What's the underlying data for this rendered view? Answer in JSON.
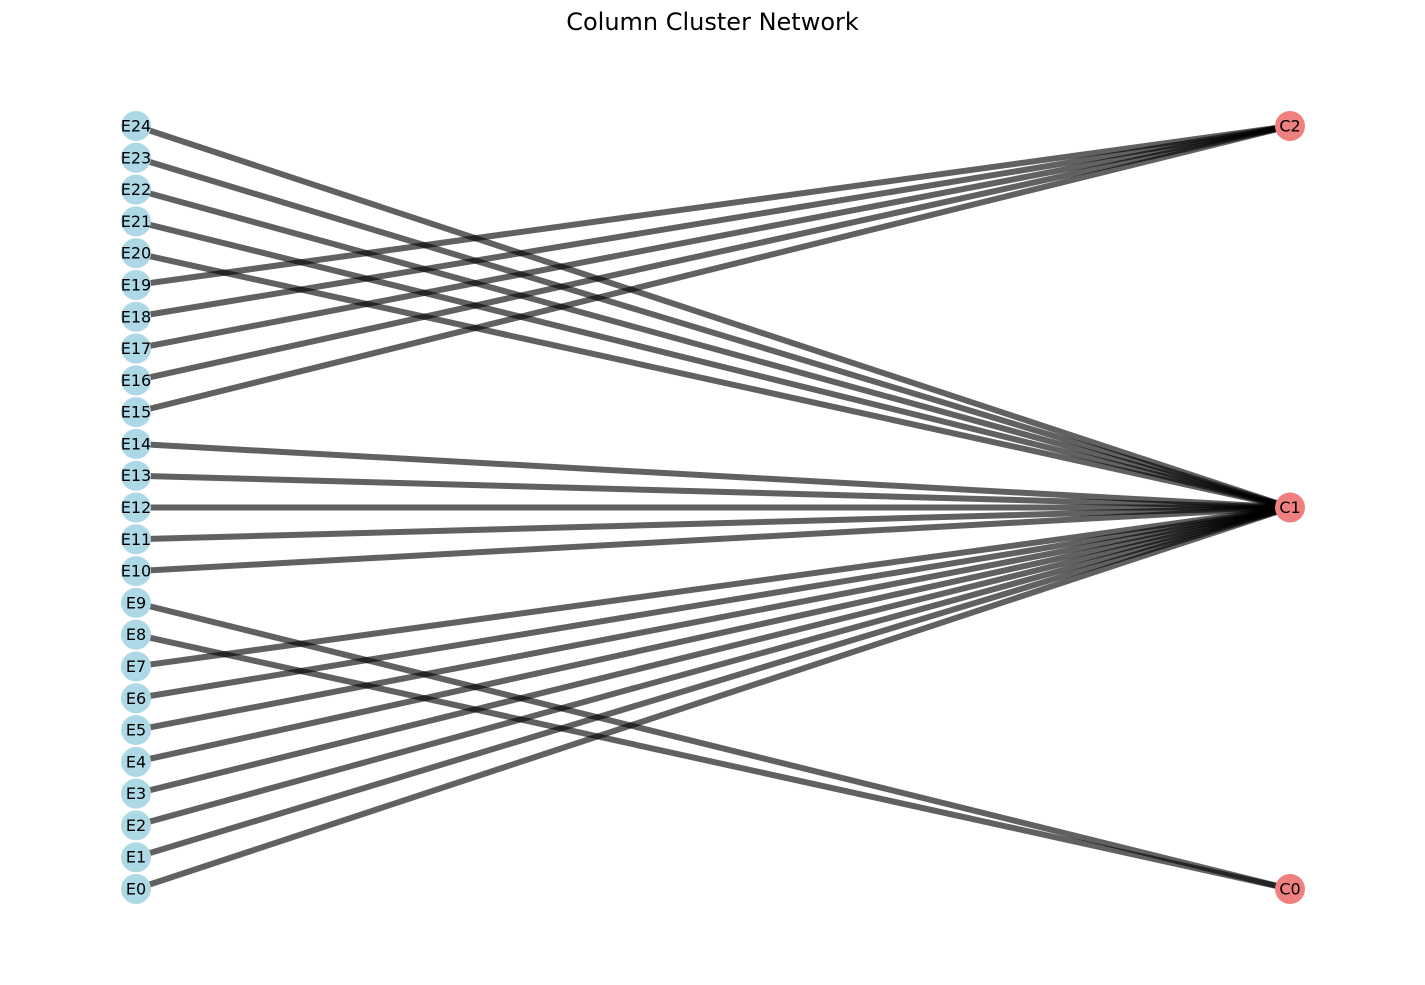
{
  "title": "Column Cluster Network",
  "colors": {
    "element_node": "#add8e6",
    "cluster_node": "#f08080",
    "edge": "#000000"
  },
  "clusters": [
    "C2",
    "C1",
    "C0"
  ],
  "elements": [
    "E24",
    "E23",
    "E22",
    "E21",
    "E20",
    "E19",
    "E18",
    "E17",
    "E16",
    "E15",
    "E14",
    "E13",
    "E12",
    "E11",
    "E10",
    "E9",
    "E8",
    "E7",
    "E6",
    "E5",
    "E4",
    "E3",
    "E2",
    "E1",
    "E0"
  ],
  "edges": [
    [
      "E24",
      "C1"
    ],
    [
      "E23",
      "C1"
    ],
    [
      "E22",
      "C1"
    ],
    [
      "E21",
      "C1"
    ],
    [
      "E20",
      "C1"
    ],
    [
      "E19",
      "C2"
    ],
    [
      "E18",
      "C2"
    ],
    [
      "E17",
      "C2"
    ],
    [
      "E16",
      "C2"
    ],
    [
      "E15",
      "C2"
    ],
    [
      "E14",
      "C1"
    ],
    [
      "E13",
      "C1"
    ],
    [
      "E12",
      "C1"
    ],
    [
      "E11",
      "C1"
    ],
    [
      "E10",
      "C1"
    ],
    [
      "E9",
      "C0"
    ],
    [
      "E8",
      "C0"
    ],
    [
      "E7",
      "C1"
    ],
    [
      "E6",
      "C1"
    ],
    [
      "E5",
      "C1"
    ],
    [
      "E4",
      "C1"
    ],
    [
      "E3",
      "C1"
    ],
    [
      "E2",
      "C1"
    ],
    [
      "E1",
      "C1"
    ],
    [
      "E0",
      "C1"
    ]
  ]
}
